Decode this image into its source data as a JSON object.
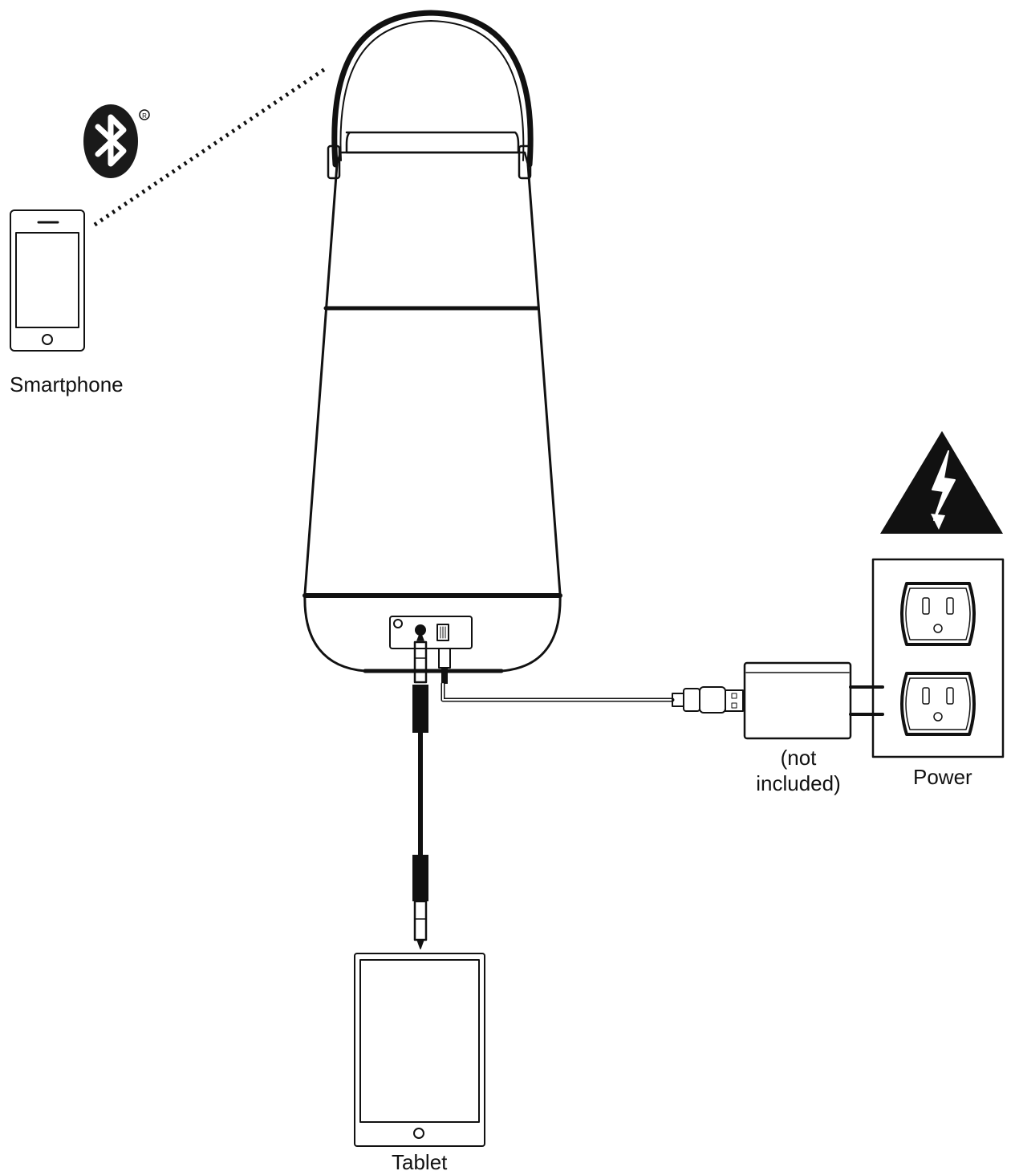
{
  "labels": {
    "smartphone": "Smartphone",
    "tablet": "Tablet",
    "power": "Power",
    "adapter_line1": "(not",
    "adapter_line2": "included)"
  },
  "icons": {
    "bluetooth": "bluetooth-icon",
    "warning": "electrical-hazard-icon",
    "registered": "registered-trademark-icon"
  },
  "colors": {
    "line": "#111111",
    "background": "#ffffff"
  }
}
